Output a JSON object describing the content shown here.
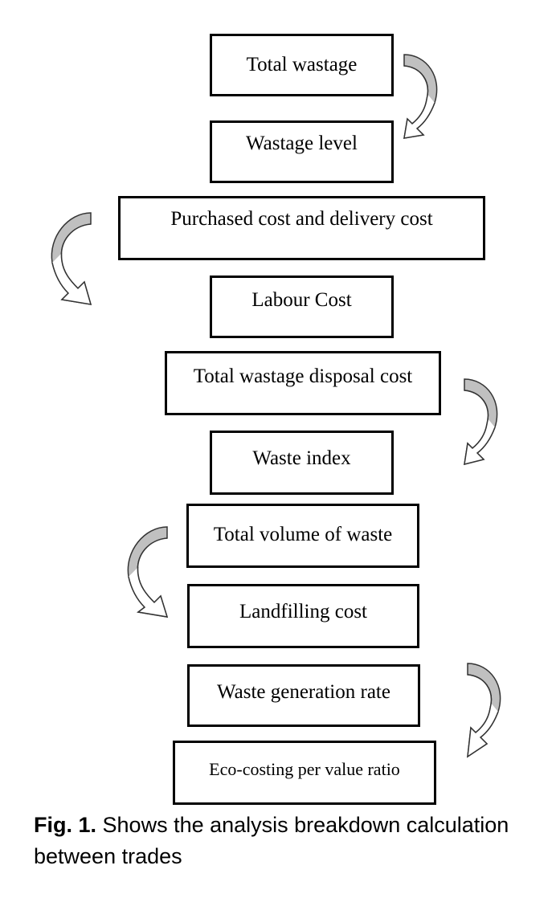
{
  "diagram": {
    "boxes": [
      "Total wastage",
      "Wastage level",
      "Purchased cost and delivery cost",
      "Labour Cost",
      "Total wastage disposal cost",
      "Waste index",
      "Total volume of waste",
      "Landfilling cost",
      "Waste generation rate",
      "Eco-costing per value ratio"
    ],
    "arrow_fill": "#c0c0c0",
    "border_color": "#000000"
  },
  "caption": {
    "label": "Fig. 1.",
    "text": "Shows the analysis breakdown calculation between trades"
  }
}
